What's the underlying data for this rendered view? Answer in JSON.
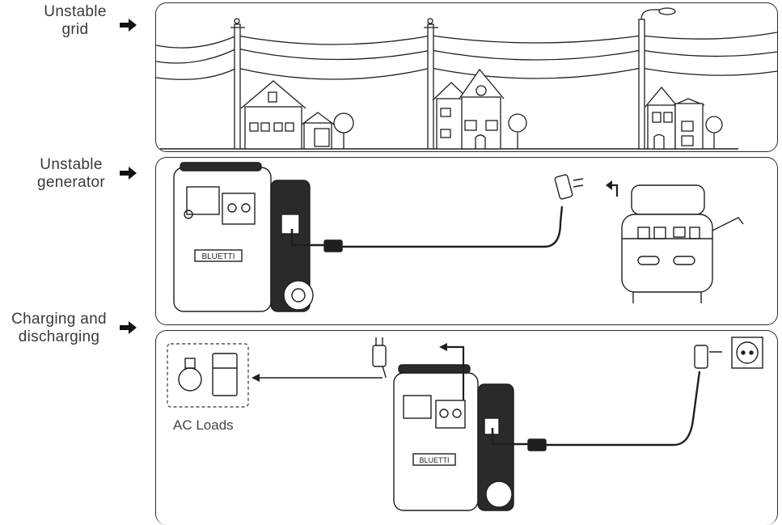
{
  "rows": [
    {
      "label": "Unstable\ngrid"
    },
    {
      "label": "Unstable\ngenerator"
    },
    {
      "label": "Charging and\ndischarging"
    }
  ],
  "devices": {
    "brand_top": "BLUETTI",
    "brand_bottom": "BLUETTI"
  },
  "loads": {
    "label": "AC Loads"
  },
  "icons": [
    "arrow-right-icon",
    "house-icon",
    "utility-pole-icon",
    "tree-icon",
    "street-lamp-icon",
    "power-station-icon",
    "generator-icon",
    "ac-plug-icon",
    "wall-socket-icon",
    "light-bulb-icon",
    "refrigerator-icon"
  ],
  "colors": {
    "stroke": "#1f1f1f",
    "panel_border": "#2a2a2a",
    "label": "#3a3a3a"
  }
}
